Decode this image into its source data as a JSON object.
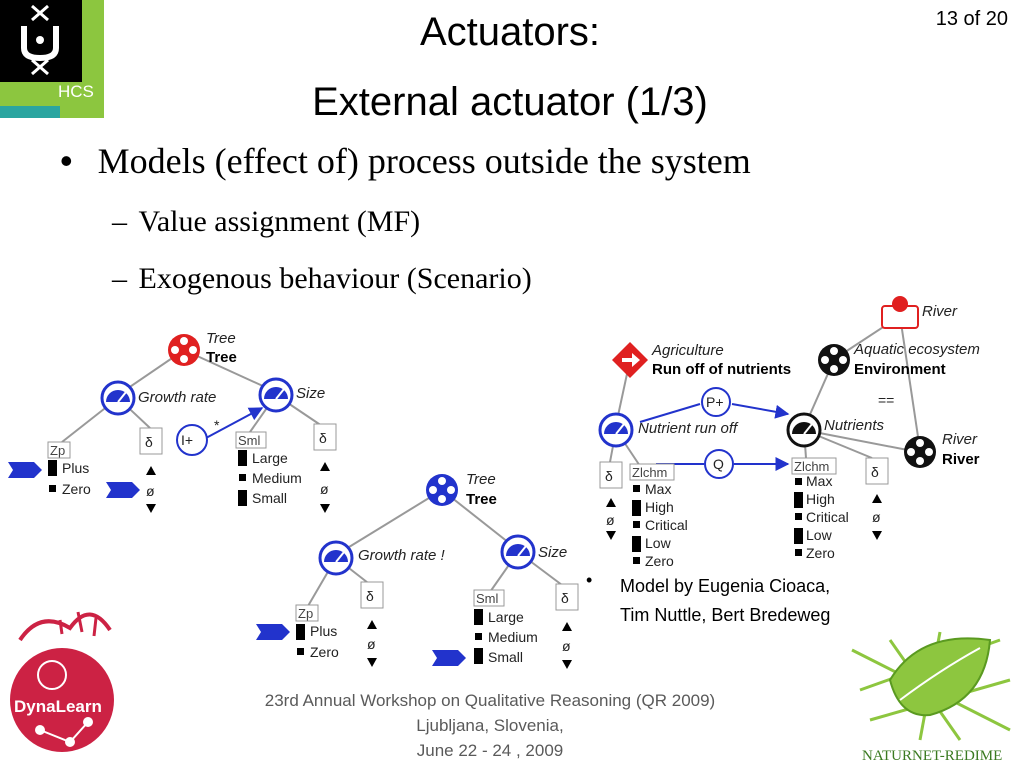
{
  "slide": {
    "number": "13 of 20",
    "title_line1": "Actuators:",
    "title_line2": "External actuator (1/3)"
  },
  "logo": {
    "hcs": "HCS"
  },
  "bullets": {
    "main": "Models (effect of) process outside the system",
    "sub1": "Value assignment (MF)",
    "sub2": "Exogenous behaviour (Scenario)",
    "dash": "–",
    "dot": "•"
  },
  "diagram1": {
    "entity_type": "Tree",
    "entity_name": "Tree",
    "q1": "Growth rate",
    "q2": "Size",
    "influence": "I+",
    "star": "*",
    "delta": "δ",
    "zero_sym": "ø",
    "q1_space_name": "Zp",
    "q1_values": [
      "Plus",
      "Zero"
    ],
    "q2_space_name": "Sml",
    "q2_values": [
      "Large",
      "Medium",
      "Small"
    ]
  },
  "diagram2": {
    "entity_type": "Tree",
    "entity_name": "Tree",
    "q1": "Growth rate !",
    "q2": "Size",
    "delta": "δ",
    "zero_sym": "ø",
    "q1_space_name": "Zp",
    "q1_values": [
      "Plus",
      "Zero"
    ],
    "q2_space_name": "Sml",
    "q2_values": [
      "Large",
      "Medium",
      "Small"
    ]
  },
  "diagram3": {
    "river_top": "River",
    "agri_type": "Agriculture",
    "agri_name": "Run off of nutrients",
    "aq_type": "Aquatic ecosystem",
    "aq_name": "Environment",
    "river_type": "River",
    "river_name": "River",
    "q_runoff": "Nutrient run off",
    "q_nutrients": "Nutrients",
    "p_plus": "P+",
    "q_corr": "Q",
    "eq": "==",
    "delta": "δ",
    "zero_sym": "ø",
    "space_name": "Zlchm",
    "values": [
      "Max",
      "High",
      "Critical",
      "Low",
      "Zero"
    ]
  },
  "credit": {
    "line1": "Model by Eugenia Cioaca,",
    "line2": "Tim Nuttle, Bert Bredeweg"
  },
  "footer": {
    "line1": "23rd Annual Workshop on Qualitative Reasoning (QR 2009)",
    "line2": "Ljubljana, Slovenia,",
    "line3": "June 22 - 24 , 2009"
  },
  "dynalearn": {
    "label": "DynaLearn"
  },
  "naturnet": {
    "label": "NATURNET-REDIME"
  },
  "colors": {
    "qty_blue": "#2233cc",
    "entity_red": "#e02020",
    "logo_green": "#8cc63f",
    "logo_teal": "#2aa5a0",
    "footer_gray": "#5a5a5a",
    "leaf_green": "#8dc63f"
  }
}
